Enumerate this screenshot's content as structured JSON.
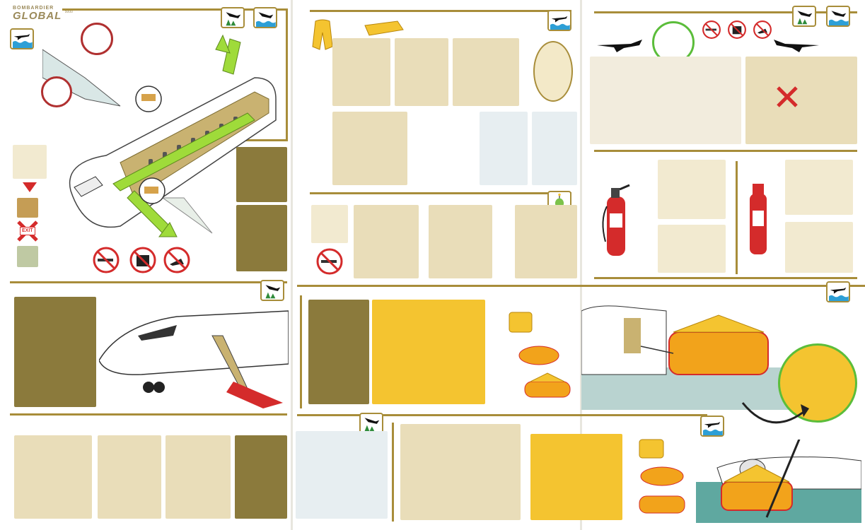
{
  "brand": {
    "manufacturer": "BOMBARDIER",
    "model": "GLOBAL",
    "model_number": "5000",
    "exit_label": "EXIT"
  },
  "icons": {
    "land_badge": "plane-over-trees-icon",
    "water_badge": "plane-over-water-icon",
    "no_smoking": "no-smoking-icon",
    "no_baggage": "no-baggage-icon",
    "no_high_heels": "no-high-heels-icon"
  },
  "colors": {
    "gold_rule": "#a88d3a",
    "vest_yellow": "#f4c430",
    "escape_green": "#9fdb3a",
    "prohibition_red": "#d42b2b",
    "interior_tan": "#e9ddb9",
    "raft_orange": "#f2a31b"
  }
}
